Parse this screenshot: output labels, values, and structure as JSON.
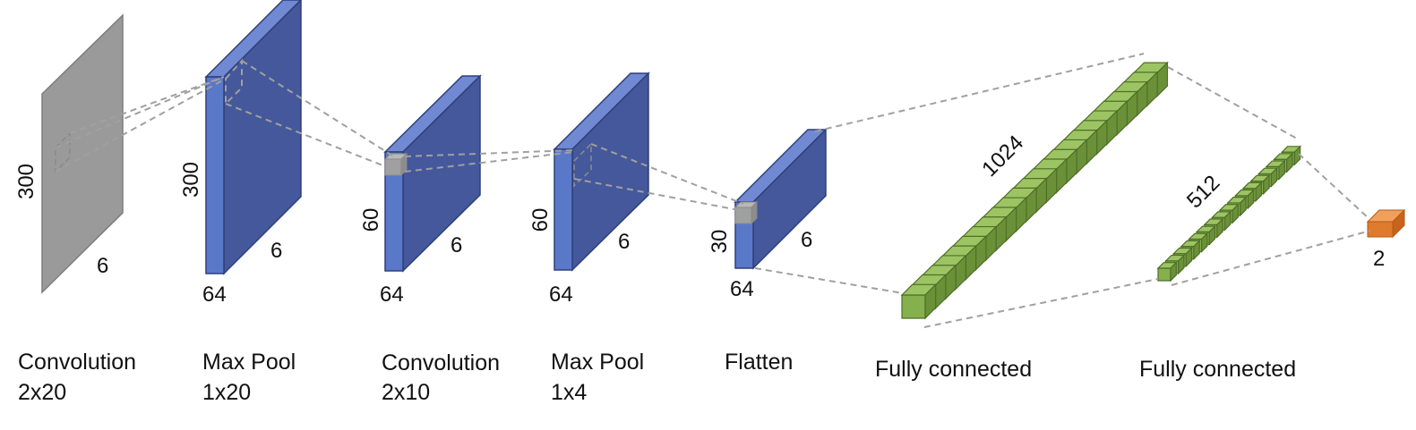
{
  "colors": {
    "input_gray": "#9a9a9a",
    "conv_blue_front": "#5a78c8",
    "conv_blue_side": "#44589b",
    "conv_blue_top": "#7089d2",
    "dense_green_front": "#86b04d",
    "dense_green_side": "#6a9138",
    "dense_green_top": "#9cc463",
    "output_orange_front": "#e07a2c",
    "output_orange_top": "#f0a05a",
    "dashed_line": "#a0a0a0"
  },
  "layers": [
    {
      "kind": "input",
      "height_label": "300",
      "depth_label": "6",
      "caption_line1": "Convolution",
      "caption_line2": "2x20"
    },
    {
      "kind": "conv",
      "height_label": "300",
      "depth_label": "6",
      "width_label": "64",
      "caption_line1": "Max Pool",
      "caption_line2": "1x20"
    },
    {
      "kind": "conv",
      "height_label": "60",
      "depth_label": "6",
      "width_label": "64",
      "caption_line1": "Convolution",
      "caption_line2": "2x10"
    },
    {
      "kind": "conv",
      "height_label": "60",
      "depth_label": "6",
      "width_label": "64",
      "caption_line1": "Max Pool",
      "caption_line2": "1x4"
    },
    {
      "kind": "conv",
      "height_label": "30",
      "depth_label": "6",
      "width_label": "64",
      "caption_line1": "Flatten",
      "caption_line2": ""
    },
    {
      "kind": "dense",
      "size_label": "1024",
      "caption_line1": "Fully connected",
      "caption_line2": ""
    },
    {
      "kind": "dense",
      "size_label": "512",
      "caption_line1": "Fully connected",
      "caption_line2": ""
    },
    {
      "kind": "output",
      "size_label": "2"
    }
  ]
}
